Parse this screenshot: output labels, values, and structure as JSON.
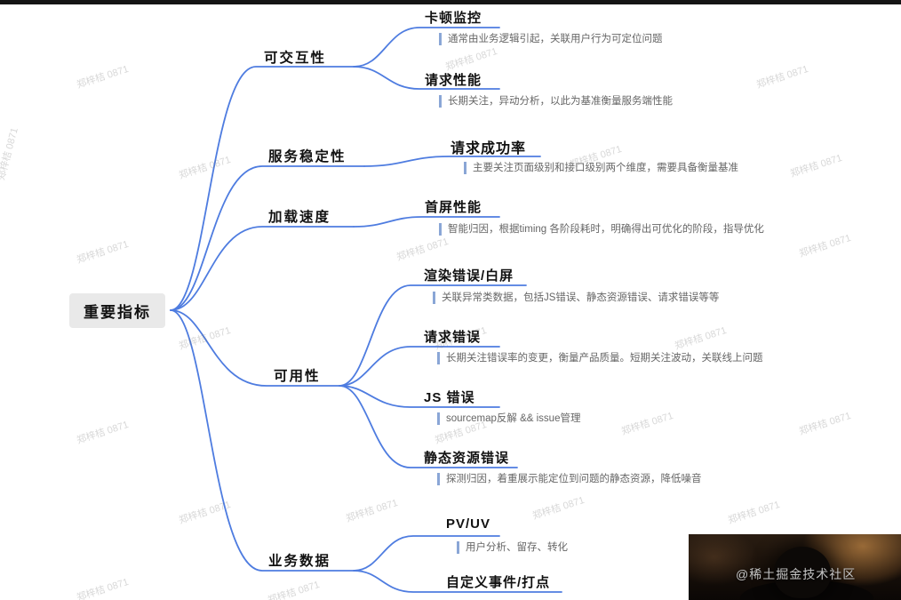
{
  "root": {
    "label": "重要指标"
  },
  "branches": [
    {
      "label": "可交互性",
      "children": [
        {
          "title": "卡顿监控",
          "desc": "通常由业务逻辑引起，关联用户行为可定位问题"
        },
        {
          "title": "请求性能",
          "desc": "长期关注，异动分析，以此为基准衡量服务端性能"
        }
      ]
    },
    {
      "label": "服务稳定性",
      "children": [
        {
          "title": "请求成功率",
          "desc": "主要关注页面级别和接口级别两个维度，需要具备衡量基准"
        }
      ]
    },
    {
      "label": "加载速度",
      "children": [
        {
          "title": "首屏性能",
          "desc": "智能归因，根据timing 各阶段耗时，明确得出可优化的阶段，指导优化"
        }
      ]
    },
    {
      "label": "可用性",
      "children": [
        {
          "title": "渲染错误/白屏",
          "desc": "关联异常类数据，包括JS错误、静态资源错误、请求错误等等"
        },
        {
          "title": "请求错误",
          "desc": "长期关注错误率的变更，衡量产品质量。短期关注波动，关联线上问题"
        },
        {
          "title": "JS 错误",
          "desc": "sourcemap反解 && issue管理"
        },
        {
          "title": "静态资源错误",
          "desc": "探测归因，着重展示能定位到问题的静态资源，降低噪音"
        }
      ]
    },
    {
      "label": "业务数据",
      "children": [
        {
          "title": "PV/UV",
          "desc": "用户分析、留存、转化"
        },
        {
          "title": "自定义事件/打点",
          "desc": ""
        }
      ]
    }
  ],
  "watermark": {
    "text": "郑梓桔 0871"
  },
  "overlay": {
    "credit": "@稀土掘金技术社区"
  },
  "colors": {
    "line": "#4e7ce0",
    "desc_bar": "#8aa6d6"
  }
}
